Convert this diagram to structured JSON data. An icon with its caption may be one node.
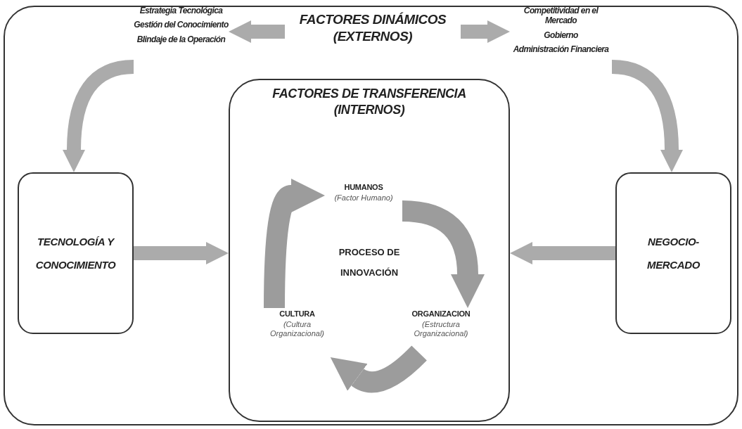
{
  "diagram": {
    "nodes": [
      {
        "text": [],
        "shape": "box"
      },
      {
        "text": [
          "FACTORES DINÁMICOS (EXTERNOS)"
        ],
        "in": 0
      },
      {
        "text": [
          "Estrategia Tecnológica",
          "Gestión del Conocimiento",
          "Blindaje de la Operación"
        ],
        "in": 0
      },
      {
        "text": [
          "Competitividad en el Mercado",
          "Gobierno",
          "Administración Financiera"
        ],
        "in": 0
      },
      {
        "text": [
          "TECNOLOGÍA Y CONOCIMIENTO"
        ],
        "in": 0
      },
      {
        "text": [
          "FACTORES DE TRANSFERENCIA (INTERNOS)"
        ],
        "in": 0
      },
      {
        "text": [
          "NEGOCIO-MERCADO"
        ],
        "in": 0
      },
      {
        "text": [
          "HUMANOS",
          "(Factor Humano)"
        ],
        "in": 5
      },
      {
        "text": [
          "PROCESO DE INNOVACIÓN"
        ],
        "in": 5
      },
      {
        "text": [
          "CULTURA",
          "(Cultura Organizacional)"
        ],
        "in": 5
      },
      {
        "text": [
          "ORGANIZACION",
          "(Estructura Organizacional)"
        ],
        "in": 5
      }
    ],
    "edges": [
      {
        "from": 1,
        "to": 2,
        "arrow": "to"
      },
      {
        "from": 1,
        "to": 3,
        "arrow": "to"
      },
      {
        "from": 2,
        "to": 4,
        "arrow": "to"
      },
      {
        "from": 3,
        "to": 6,
        "arrow": "to"
      },
      {
        "from": 4,
        "to": 5,
        "arrow": "to"
      },
      {
        "from": 6,
        "to": 5,
        "arrow": "to"
      },
      {
        "from": 7,
        "to": 10,
        "arrow": "to"
      },
      {
        "from": 10,
        "to": 9,
        "arrow": "to"
      },
      {
        "from": 9,
        "to": 7,
        "arrow": "to"
      }
    ]
  }
}
